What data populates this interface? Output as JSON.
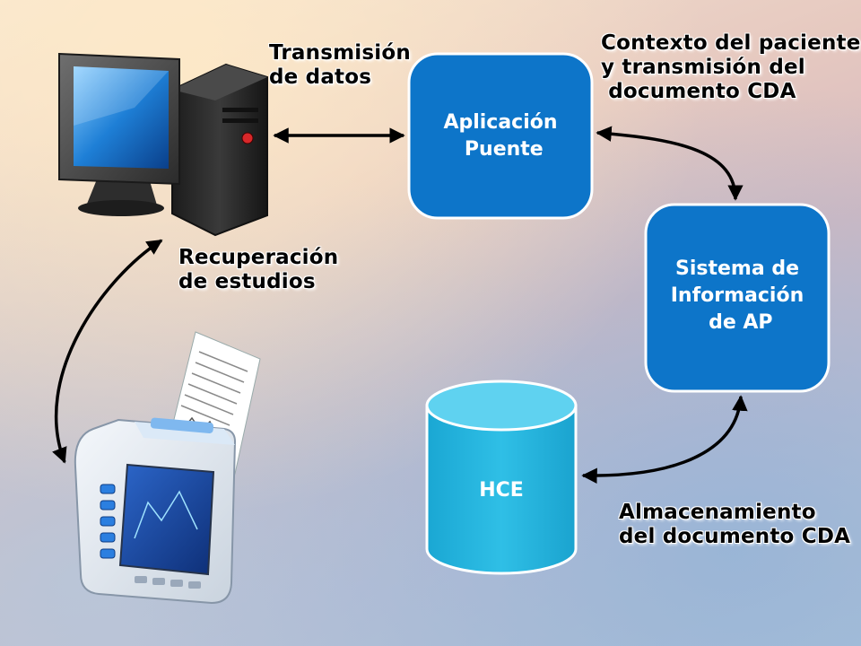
{
  "diagram": {
    "nodes": {
      "bridge_app": {
        "label": "Aplicación\n Puente"
      },
      "info_system": {
        "label": "Sistema de\nInformación\n de AP"
      },
      "hce": {
        "label": "HCE"
      },
      "computer": {
        "icon": "desktop-computer-icon"
      },
      "device": {
        "icon": "spirometer-device-icon"
      }
    },
    "edge_labels": {
      "data_transmission": "Transmisión\nde datos",
      "patient_context": "Contexto del paciente\ny transmisión del\n documento CDA",
      "study_retrieval": "Recuperación\nde estudios",
      "cda_storage": "Almacenamiento\ndel documento CDA"
    },
    "colors": {
      "process_box": "#0d75c9",
      "process_border": "#ffffff",
      "database": "#22b4dc",
      "arrow": "#000000"
    }
  }
}
